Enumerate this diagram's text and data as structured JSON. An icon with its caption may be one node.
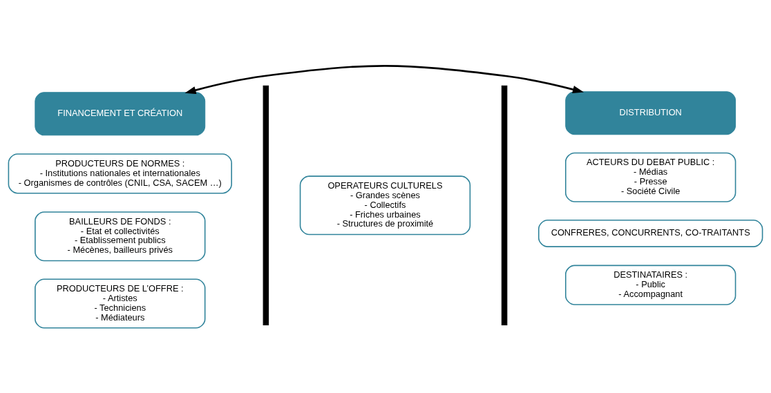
{
  "diagram": {
    "nodes": [
      {
        "text": [
          "FINANCEMENT ET CRÉATION"
        ]
      },
      {
        "text": [
          "DISTRIBUTION"
        ]
      },
      {
        "text": [
          "PRODUCTEURS DE NORMES :",
          "- Institutions nationales et internationales",
          "- Organismes de contrôles (CNIL, CSA, SACEM …)"
        ]
      },
      {
        "text": [
          "BAILLEURS DE FONDS :",
          "- Etat et collectivités",
          "- Etablissement publics",
          "- Mécènes, bailleurs privés"
        ]
      },
      {
        "text": [
          "PRODUCTEURS DE L’OFFRE :",
          "- Artistes",
          "- Techniciens",
          "- Médiateurs"
        ]
      },
      {
        "text": [],
        "shape": "bar"
      },
      {
        "text": [
          "OPERATEURS CULTURELS",
          "- Grandes scènes",
          "- Collectifs",
          "- Friches urbaines",
          "- Structures de proximité"
        ]
      },
      {
        "text": [],
        "shape": "bar"
      },
      {
        "text": [
          "ACTEURS DU DEBAT PUBLIC :",
          "- Médias",
          "- Presse",
          "- Société Civile"
        ]
      },
      {
        "text": [
          "CONFRERES, CONCURRENTS, CO-TRAITANTS"
        ]
      },
      {
        "text": [
          "DESTINATAIRES :",
          "- Public",
          "- Accompagnant"
        ]
      }
    ],
    "edges": [
      {
        "from": 0,
        "to": 1,
        "arrow": "both"
      }
    ]
  }
}
